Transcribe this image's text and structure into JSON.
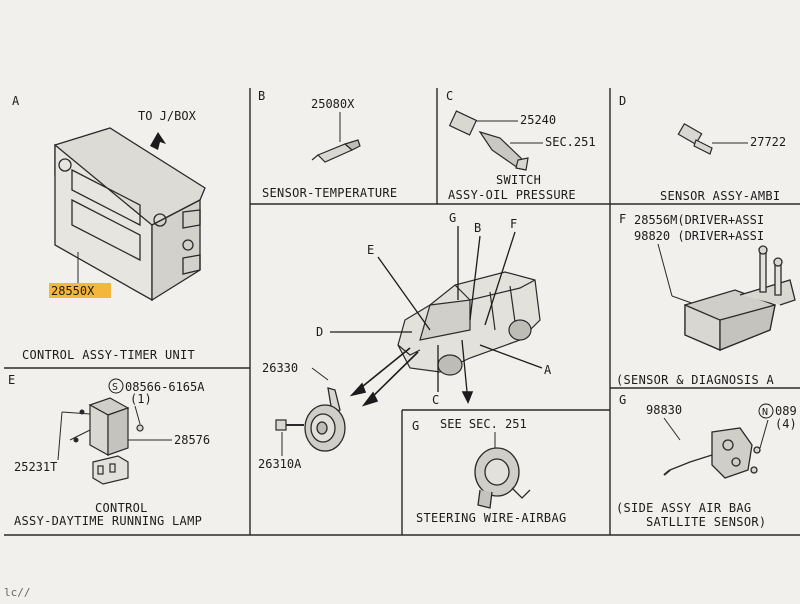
{
  "panels": {
    "A": {
      "letter": "A",
      "caption": "CONTROL ASSY-TIMER UNIT",
      "to_box": "TO J/BOX",
      "part": "28550X"
    },
    "B": {
      "letter": "B",
      "caption": "SENSOR-TEMPERATURE",
      "part": "25080X"
    },
    "C": {
      "letter": "C",
      "caption_line1": "SWITCH",
      "caption_line2": "ASSY-OIL PRESSURE",
      "part": "25240",
      "ref": "SEC.251"
    },
    "D": {
      "letter": "D",
      "caption": "SENSOR ASSY-AMBI",
      "part": "27722"
    },
    "E": {
      "letter": "E",
      "caption_line1": "CONTROL",
      "caption_line2": "ASSY-DAYTIME RUNNING LAMP",
      "bolt": "08566-6165A",
      "bolt_prefix": "S",
      "qty": "(1)",
      "part_main": "28576",
      "part_side": "25231T"
    },
    "center": {
      "callouts": [
        "G",
        "B",
        "F",
        "E",
        "D",
        "A",
        "C"
      ],
      "horn_part": "26330",
      "bolt_part": "26310A"
    },
    "F": {
      "letter": "F",
      "line1": "28556M(DRIVER+ASSI",
      "line2": "98820 (DRIVER+ASSI",
      "caption": "(SENSOR & DIAGNOSIS A"
    },
    "G1": {
      "letter": "G",
      "ref": "SEE SEC. 251",
      "caption": "STEERING WIRE-AIRBAG"
    },
    "G2": {
      "letter": "G",
      "part": "98830",
      "nut": "N",
      "nut_part": "089",
      "qty": "(4)",
      "caption_line1": "(SIDE ASSY AIR BAG",
      "caption_line2": "SATLLITE SENSOR)"
    }
  },
  "footer": {
    "corner": "lc//"
  },
  "colors": {
    "paper": "#f1f0ec",
    "ink": "#1c1c1c",
    "highlight": "#f5b73b"
  }
}
